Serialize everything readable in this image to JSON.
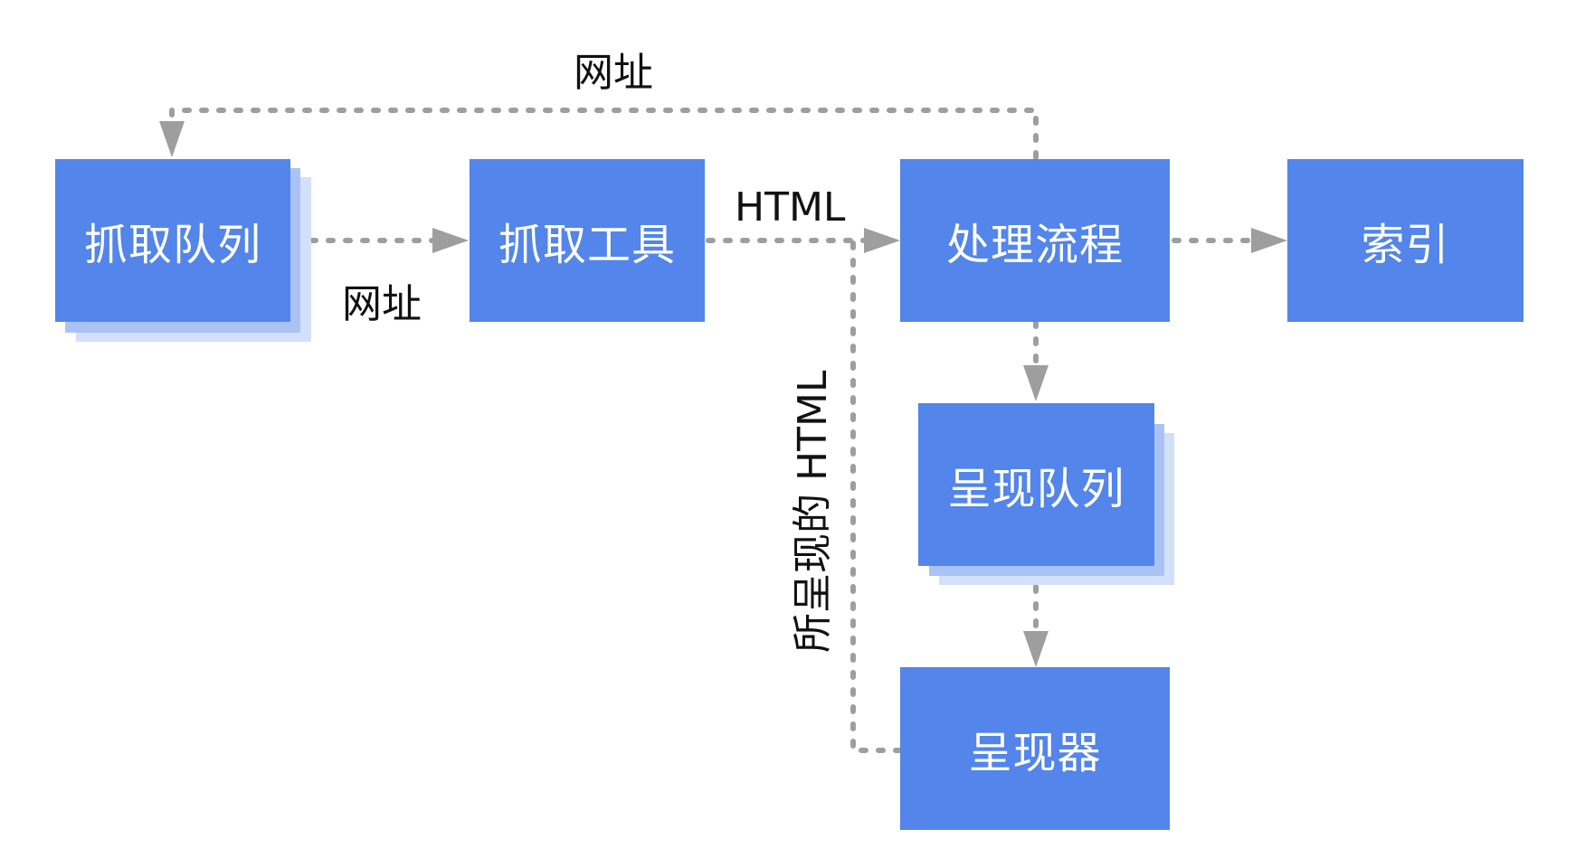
{
  "nodes": {
    "crawl_queue": "抓取队列",
    "crawler": "抓取工具",
    "processing": "处理流程",
    "index": "索引",
    "render_queue": "呈现队列",
    "renderer": "呈现器"
  },
  "edge_labels": {
    "url_top": "网址",
    "url_queue_to_crawler": "网址",
    "html_crawler_to_processing": "HTML",
    "rendered_html": "所呈现的 HTML"
  },
  "colors": {
    "node_fill": "#5385ea",
    "stack_light": "#d3e0fa",
    "stack_mid": "#aac3f4",
    "connector": "#9e9e9e",
    "node_text": "#ffffff"
  }
}
